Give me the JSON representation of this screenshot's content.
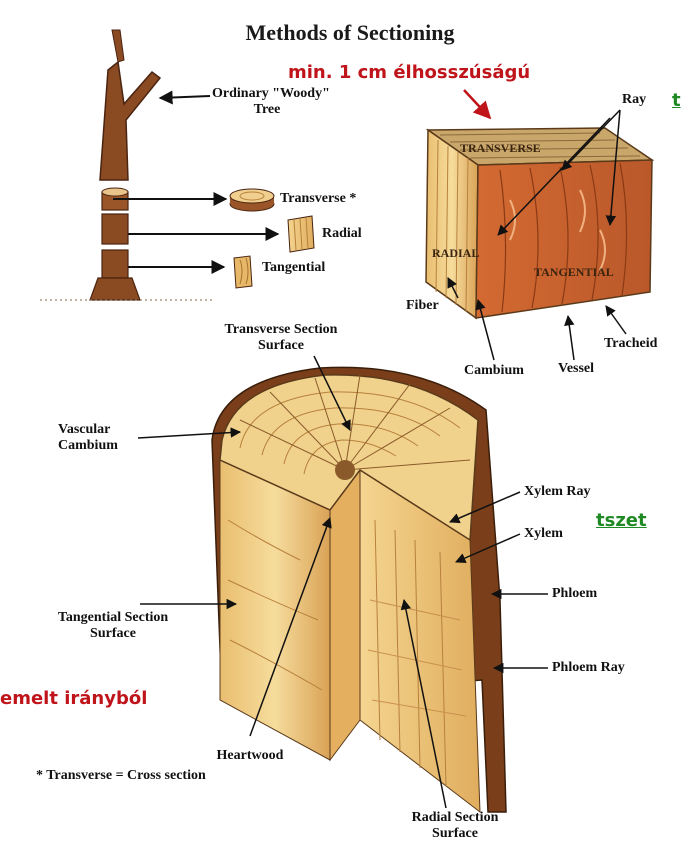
{
  "title": "Methods of Sectioning",
  "overlay": {
    "red_top": "min. 1 cm élhosszúságú",
    "green_top": "t",
    "green_mid": "tszet",
    "red_bottom": "emelt irányból"
  },
  "tree_labels": {
    "ordinary": "Ordinary \"Woody\"",
    "ordinary2": "Tree",
    "transverse": "Transverse",
    "transverse_star": "*",
    "radial": "Radial",
    "tangential": "Tangential"
  },
  "cube_labels": {
    "transverse": "TRANSVERSE",
    "radial": "RADIAL",
    "tangential": "TANGENTIAL",
    "ray": "Ray",
    "fiber": "Fiber",
    "cambium": "Cambium",
    "vessel": "Vessel",
    "tracheid": "Tracheid"
  },
  "log_labels": {
    "transverse_section": "Transverse Section",
    "surface": "Surface",
    "vascular": "Vascular",
    "cambium": "Cambium",
    "xylem_ray": "Xylem Ray",
    "xylem": "Xylem",
    "phloem": "Phloem",
    "tangential_section": "Tangential Section",
    "tangential_surface": "Surface",
    "phloem_ray": "Phloem Ray",
    "heartwood": "Heartwood",
    "radial_section": "Radial Section",
    "radial_surface": "Surface"
  },
  "footnote": "* Transverse = Cross section",
  "colors": {
    "bark": "#7a3f1a",
    "wood_light": "#f3d48e",
    "wood_mid": "#e6b868",
    "wood_dark": "#c98a3e",
    "cube_tan": "#c9652e",
    "overlay_red": "#c0141b",
    "overlay_green": "#1f8a24"
  }
}
